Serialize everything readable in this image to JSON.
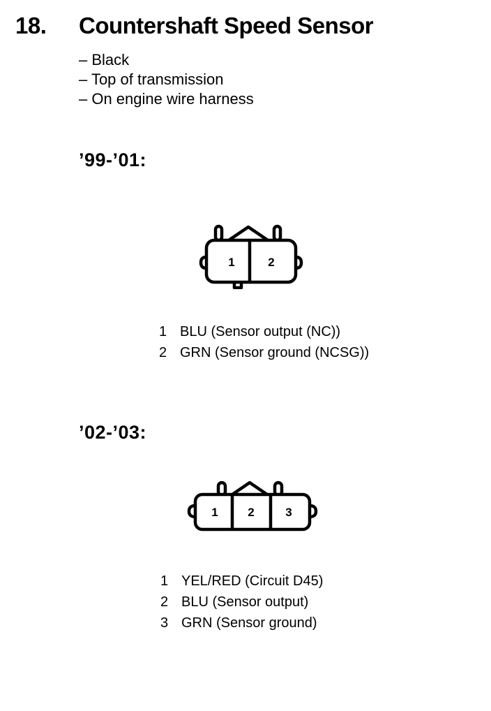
{
  "section": {
    "number": "18.",
    "title": "Countershaft Speed Sensor"
  },
  "notes": [
    "– Black",
    "– Top of transmission",
    "– On engine wire harness"
  ],
  "connectors": [
    {
      "years": "’99-’01:",
      "pin_labels": [
        "1",
        "2"
      ],
      "pins": [
        {
          "number": "1",
          "description": "BLU (Sensor output (NC))"
        },
        {
          "number": "2",
          "description": "GRN (Sensor ground (NCSG))"
        }
      ]
    },
    {
      "years": "’02-’03:",
      "pin_labels": [
        "1",
        "2",
        "3"
      ],
      "pins": [
        {
          "number": "1",
          "description": "YEL/RED (Circuit D45)"
        },
        {
          "number": "2",
          "description": "BLU (Sensor output)"
        },
        {
          "number": "3",
          "description": "GRN (Sensor ground)"
        }
      ]
    }
  ]
}
